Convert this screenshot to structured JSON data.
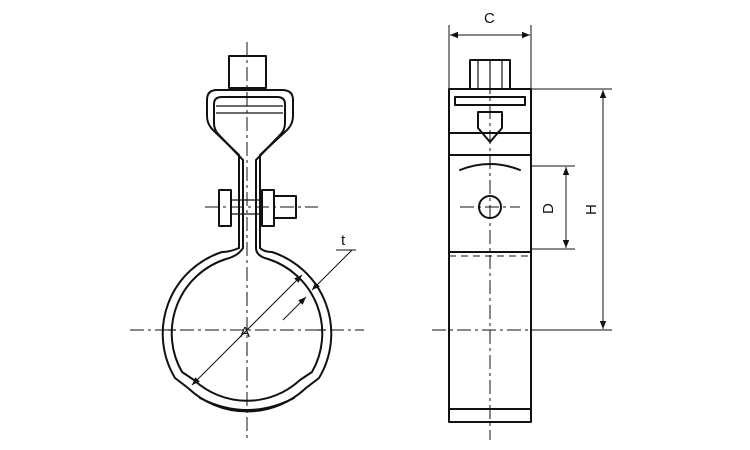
{
  "labels": {
    "thickness": "t",
    "inner_diameter": "A",
    "width": "C",
    "d": "D",
    "height": "H"
  }
}
